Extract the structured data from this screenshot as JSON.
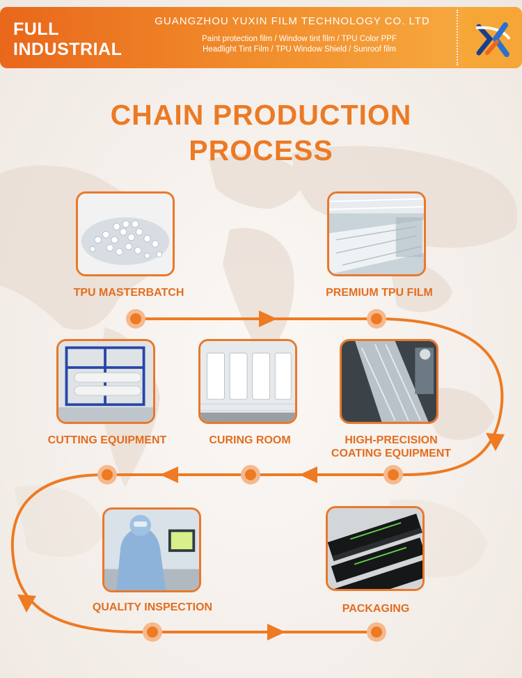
{
  "header": {
    "brand_line1": "FULL",
    "brand_line2": "INDUSTRIAL",
    "company": "GUANGZHOU YUXIN FILM TECHNOLOGY CO. LTD",
    "products_line1": "Paint protection film / Window tint film / TPU Color PPF",
    "products_line2": "Headlight Tint Film / TPU Window Shield / Sunroof film"
  },
  "title_line1": "CHAIN PRODUCTION",
  "title_line2": "PROCESS",
  "steps": [
    {
      "label": "TPU MASTERBATCH",
      "image": "tpu-pellets-photo"
    },
    {
      "label": "PREMIUM TPU FILM",
      "image": "film-factory-photo"
    },
    {
      "label": "HIGH-PRECISION",
      "label2": "COATING EQUIPMENT",
      "image": "coating-machine-photo"
    },
    {
      "label": "CURING ROOM",
      "image": "curing-room-photo"
    },
    {
      "label": "CUTTING EQUIPMENT",
      "image": "cutting-machine-photo"
    },
    {
      "label": "QUALITY INSPECTION",
      "image": "inspection-photo"
    },
    {
      "label": "PACKAGING",
      "image": "packaging-photo"
    }
  ],
  "colors": {
    "accent": "#e9782a",
    "title": "#ec7a24",
    "header_start": "#e9671b",
    "header_end": "#f7b044"
  }
}
